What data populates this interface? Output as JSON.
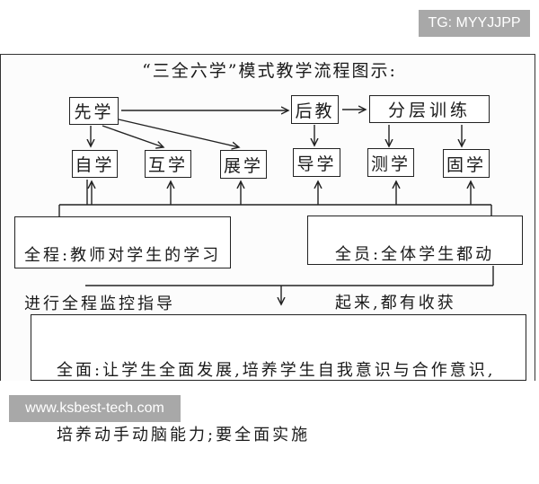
{
  "watermarks": {
    "top_right": "TG: MYYJJPP",
    "bottom_left": "www.ksbest-tech.com"
  },
  "diagram": {
    "title": "“三全六学”模式教学流程图示:",
    "top_nodes": {
      "first_learn": "先学",
      "then_teach": "后教",
      "layered_training": "分层训练"
    },
    "learning_nodes": [
      {
        "id": "self_learn",
        "label": "自学"
      },
      {
        "id": "mutual_learn",
        "label": "互学"
      },
      {
        "id": "show_learn",
        "label": "展学"
      },
      {
        "id": "guided_learn",
        "label": "导学"
      },
      {
        "id": "test_learn",
        "label": "测学"
      },
      {
        "id": "consolidate_learn",
        "label": "固学"
      }
    ],
    "whole_process": {
      "line1": "全程:教师对学生的学习",
      "line2": "进行全程监控指导"
    },
    "all_members": {
      "line1": "全员:全体学生都动",
      "line2": "起来,都有收获"
    },
    "all_round": {
      "line1": "全面:让学生全面发展,培养学生自我意识与合作意识,",
      "line2": "培养动手动脑能力;要全面实施"
    },
    "edges": [
      {
        "from": "先学",
        "to": "后教"
      },
      {
        "from": "后教",
        "to": "分层训练"
      },
      {
        "from": "先学",
        "to": "自学"
      },
      {
        "from": "先学",
        "to": "互学"
      },
      {
        "from": "先学",
        "to": "展学"
      },
      {
        "from": "后教",
        "to": "导学"
      },
      {
        "from": "分层训练",
        "to": "测学"
      },
      {
        "from": "分层训练",
        "to": "固学"
      },
      {
        "from": "全程/全员",
        "to": "自学,互学,展学,导学,测学,固学"
      },
      {
        "from": "全程+全员",
        "to": "全面"
      }
    ]
  }
}
